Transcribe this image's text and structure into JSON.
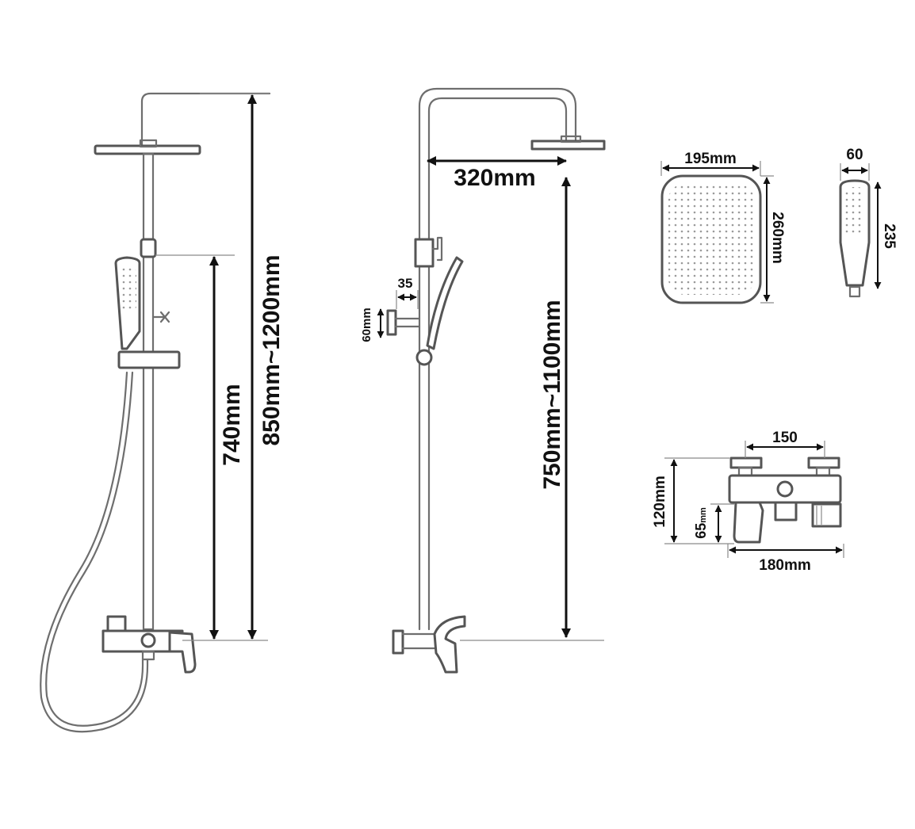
{
  "dimensions": {
    "height_range_left": "850mm~1200mm",
    "slide_bar_height": "740mm",
    "arm_length": "320mm",
    "height_range_right": "750mm~1100mm",
    "mount_offset": "35",
    "mount_height": "60mm",
    "head_width": "195mm",
    "head_depth": "260mm",
    "hand_width": "60",
    "hand_length": "235",
    "valve_spacing": "150",
    "valve_height": "120mm",
    "outlet_height_value": "65",
    "outlet_height_unit": "mm",
    "valve_width": "180mm"
  }
}
